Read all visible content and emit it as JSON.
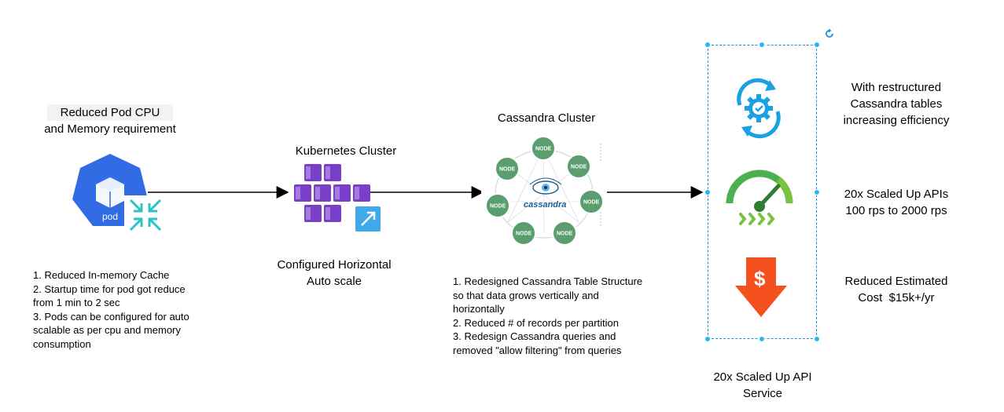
{
  "pod": {
    "title_line1": "Reduced Pod CPU",
    "title_line2": "and Memory requirement",
    "icon_label": "pod",
    "notes": [
      "1. Reduced In-memory Cache",
      "2. Startup time for pod got reduce\nfrom 1 min to 2 sec",
      "3. Pods can be configured for auto\nscalable as per cpu and memory\nconsumption"
    ]
  },
  "kubernetes": {
    "title": "Kubernetes Cluster",
    "caption_line1": "Configured Horizontal",
    "caption_line2": "Auto scale"
  },
  "cassandra": {
    "title": "Cassandra Cluster",
    "logo_text": "cassandra",
    "node_label": "NODE",
    "notes": [
      "1. Redesigned Cassandra Table Structure\nso that data grows vertically and\nhorizontally",
      "2. Reduced # of records per partition",
      "3. Redesign Cassandra queries and\nremoved \"allow filtering\" from queries"
    ]
  },
  "results": {
    "efficiency_line1": "With restructured",
    "efficiency_line2": "Cassandra tables",
    "efficiency_line3": "increasing efficiency",
    "api_line1": "20x Scaled Up APIs",
    "api_line2": "100 rps to 2000 rps",
    "cost_line1": "Reduced Estimated",
    "cost_line2": "Cost  $15k+/yr",
    "cost_symbol": "$",
    "service_line1": "20x Scaled Up API",
    "service_line2": "Service"
  },
  "colors": {
    "pod_blue": "#326ce5",
    "azure_purple": "#7a3fc8",
    "node_green": "#5a9e6f",
    "gear_blue": "#1ba1e2",
    "speed_green": "#4caf50",
    "cost_orange": "#f4511e",
    "selection_blue": "#1a8fd8"
  }
}
